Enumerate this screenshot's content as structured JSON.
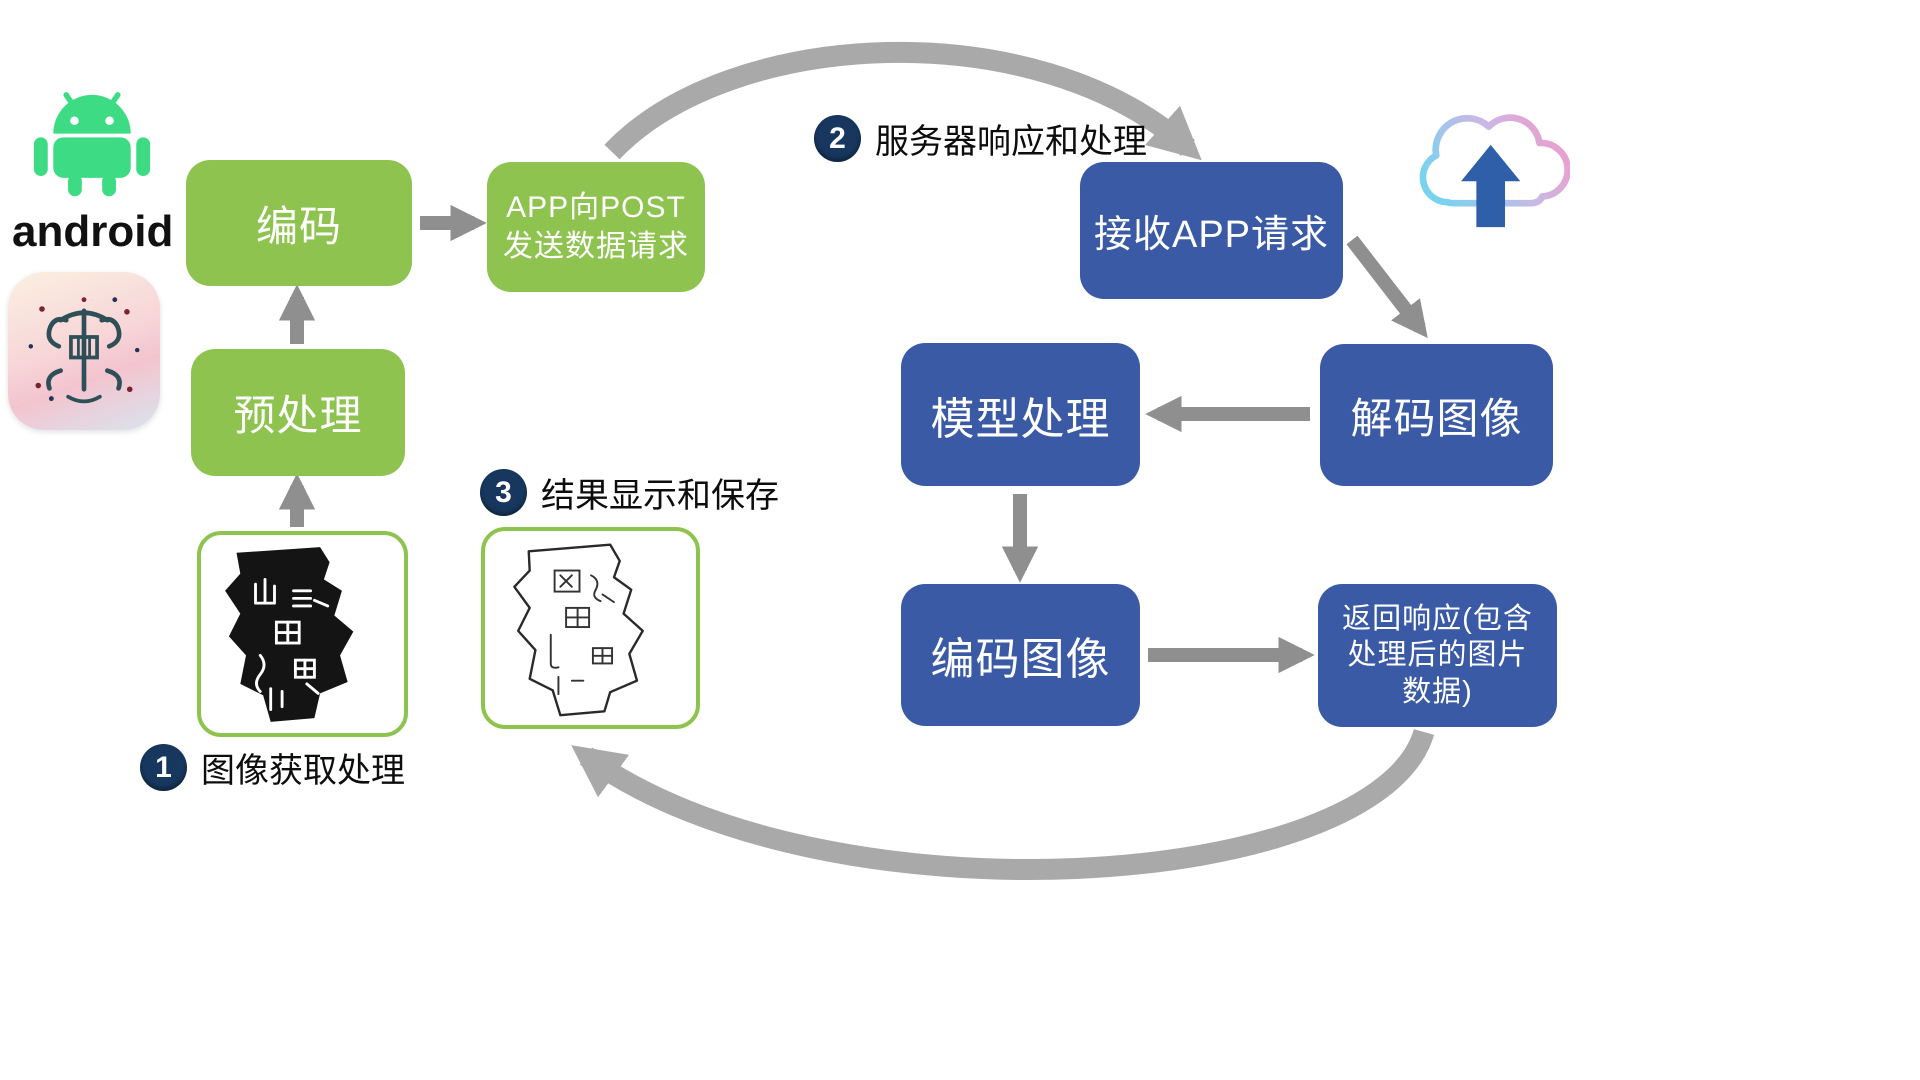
{
  "colors": {
    "green_box": "#8FC350",
    "blue_box": "#3B5AA6",
    "arrow_gray_small": "#8F8F8F",
    "arrow_gray_curve": "#A9A9A9",
    "step_circle": "#17375E",
    "android_green": "#3DDC84"
  },
  "android": {
    "wordmark": "android"
  },
  "client": {
    "encode_label": "编码",
    "post_line1": "APP向POST",
    "post_line2": "发送数据请求",
    "preprocess_label": "预处理"
  },
  "server": {
    "receive_label": "接收APP请求",
    "decode_label": "解码图像",
    "model_label": "模型处理",
    "encode_label": "编码图像",
    "response_line1": "返回响应(包含",
    "response_line2": "处理后的图片",
    "response_line3": "数据)"
  },
  "steps": {
    "step1": {
      "number": "1",
      "label": "图像获取处理"
    },
    "step2": {
      "number": "2",
      "label": "服务器响应和处理"
    },
    "step3": {
      "number": "3",
      "label": "结果显示和保存"
    }
  }
}
